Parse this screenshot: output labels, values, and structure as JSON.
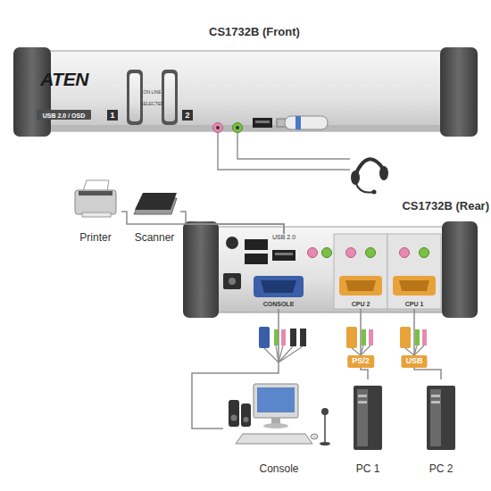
{
  "diagram": {
    "nodes": [
      {
        "text": [
          "CS1732B (Front)"
        ]
      },
      {
        "text": [
          "Printer"
        ]
      },
      {
        "text": [
          "Scanner"
        ]
      },
      {
        "text": [
          "CS1732B (Rear)"
        ]
      },
      {
        "text": [
          "USB 2.0"
        ],
        "in": 3
      },
      {
        "text": [
          "CONSOLE"
        ],
        "in": 3
      },
      {
        "text": [
          "CPU 2"
        ],
        "in": 3
      },
      {
        "text": [
          "CPU 1"
        ],
        "in": 3
      },
      {
        "text": [
          "Console"
        ]
      },
      {
        "text": [
          "PC 1"
        ]
      },
      {
        "text": [
          "PC 2"
        ]
      }
    ],
    "edges": [
      {
        "from": 1,
        "to": 4,
        "arrow": "none"
      },
      {
        "from": 2,
        "to": 4,
        "arrow": "none"
      },
      {
        "from": 5,
        "to": 8,
        "arrow": "none"
      },
      {
        "from": 6,
        "to": 9,
        "label": "PS/2",
        "arrow": "none"
      },
      {
        "from": 7,
        "to": 10,
        "label": "USB",
        "arrow": "none"
      }
    ],
    "labels": [
      "ATEN",
      "USB 2.0 / OSD",
      "ON LINE",
      "SELECTED",
      "1",
      "2"
    ]
  }
}
